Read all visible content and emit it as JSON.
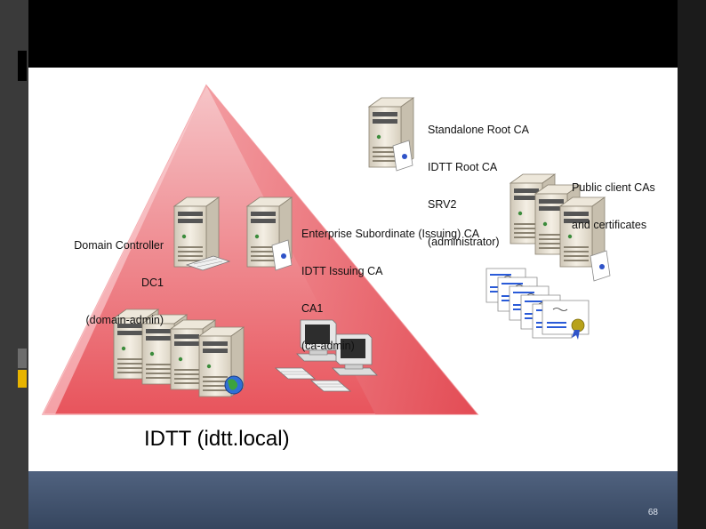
{
  "slide": {
    "page_number": "68",
    "domain_label": "IDTT (idtt.local)",
    "labels": {
      "root_ca": [
        "Standalone Root CA",
        "IDTT Root CA",
        "SRV2",
        "(administrator)"
      ],
      "public_ca": [
        "Public client CAs",
        "and certificates"
      ],
      "issuing_ca": [
        "Enterprise Subordinate (Issuing) CA",
        "IDTT Issuing CA",
        "CA1",
        "(ca-admin)"
      ],
      "domain_controller": [
        "Domain Controller",
        "DC1",
        "(domain-admin)"
      ]
    }
  },
  "colors": {
    "triangle": "#ef7f86",
    "footer": "#4a5b77",
    "accent_gold": "#e8b400"
  },
  "icons": [
    "server-icon",
    "certificate-icon",
    "keyboard-icon",
    "workstation-icon",
    "globe-icon"
  ]
}
